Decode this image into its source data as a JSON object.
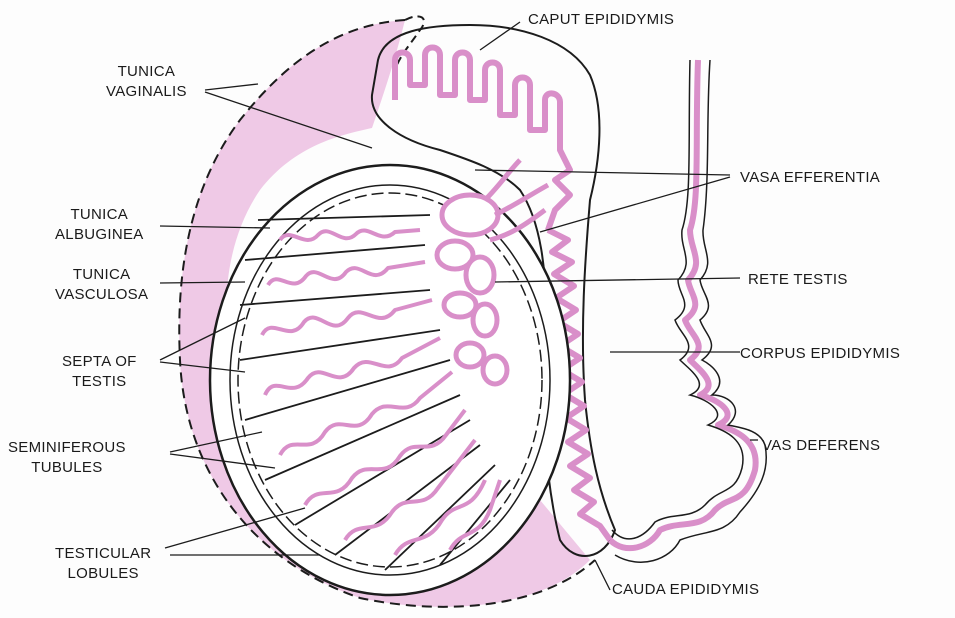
{
  "labels": {
    "tunica_vaginalis": [
      "TUNICA",
      "VAGINALIS"
    ],
    "tunica_albuginea": [
      "TUNICA",
      "ALBUGINEA"
    ],
    "tunica_vasculosa": [
      "TUNICA",
      "VASCULOSA"
    ],
    "septa_of_testis": [
      "SEPTA OF",
      "TESTIS"
    ],
    "seminiferous_tubules": [
      "SEMINIFEROUS",
      "TUBULES"
    ],
    "testicular_lobules": [
      "TESTICULAR",
      "LOBULES"
    ],
    "caput_epididymis": "CAPUT EPIDIDYMIS",
    "vasa_efferentia": "VASA EFFERENTIA",
    "rete_testis": "RETE TESTIS",
    "corpus_epididymis": "CORPUS EPIDIDYMIS",
    "vas_deferens": "VAS DEFERENS",
    "cauda_epididymis": "CAUDA EPIDIDYMIS"
  },
  "colors": {
    "tubule_pink": "#d98fc9",
    "vaginalis_pink": "#efc9e6",
    "outline": "#1c1c1c",
    "label_text": "#1a1a1a"
  }
}
